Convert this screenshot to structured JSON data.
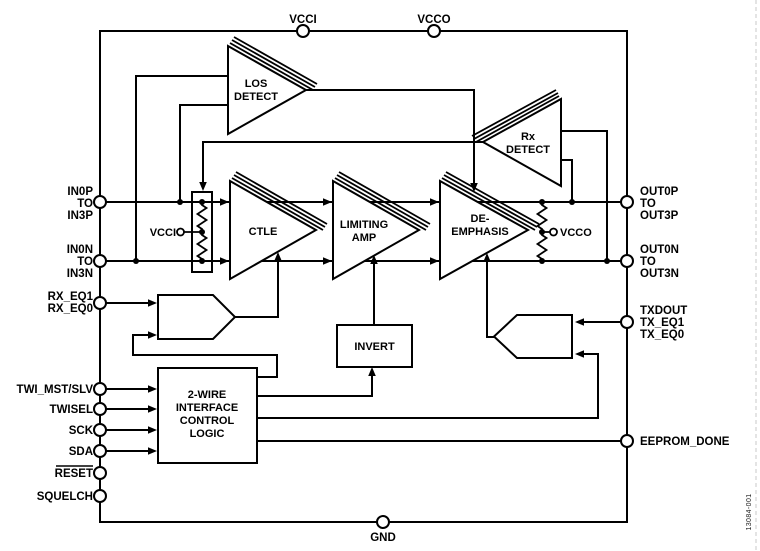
{
  "figure": {
    "code": "13084-001"
  },
  "pins": {
    "vcci": "VCCI",
    "vcco": "VCCO",
    "gnd": "GND",
    "in_p": [
      "IN0P",
      "TO",
      "IN3P"
    ],
    "in_n": [
      "IN0N",
      "TO",
      "IN3N"
    ],
    "rx_eq": [
      "RX_EQ1",
      "RX_EQ0"
    ],
    "twi_mst_slv": "TWI_MST/SLV",
    "twisel": "TWISEL",
    "sck": "SCK",
    "sda": "SDA",
    "reset": "RESET",
    "squelch": "SQUELCH",
    "out_p": [
      "OUT0P",
      "TO",
      "OUT3P"
    ],
    "out_n": [
      "OUT0N",
      "TO",
      "OUT3N"
    ],
    "txd": [
      "TXDOUT",
      "TX_EQ1",
      "TX_EQ0"
    ],
    "eeprom_done": "EEPROM_DONE"
  },
  "blocks": {
    "los_detect": [
      "LOS",
      "DETECT"
    ],
    "rx_detect": [
      "Rx",
      "DETECT"
    ],
    "ctle": "CTLE",
    "limiting_amp": [
      "LIMITING",
      "AMP"
    ],
    "de_emphasis": [
      "DE-",
      "EMPHASIS"
    ],
    "invert": "INVERT",
    "twi_logic": [
      "2-WIRE",
      "INTERFACE",
      "CONTROL",
      "LOGIC"
    ]
  },
  "supply_taps": {
    "vcci": "VCCI",
    "vcco": "VCCO"
  },
  "colors": {
    "line": "#000000",
    "background": "#ffffff",
    "fig_code": "#222222"
  }
}
